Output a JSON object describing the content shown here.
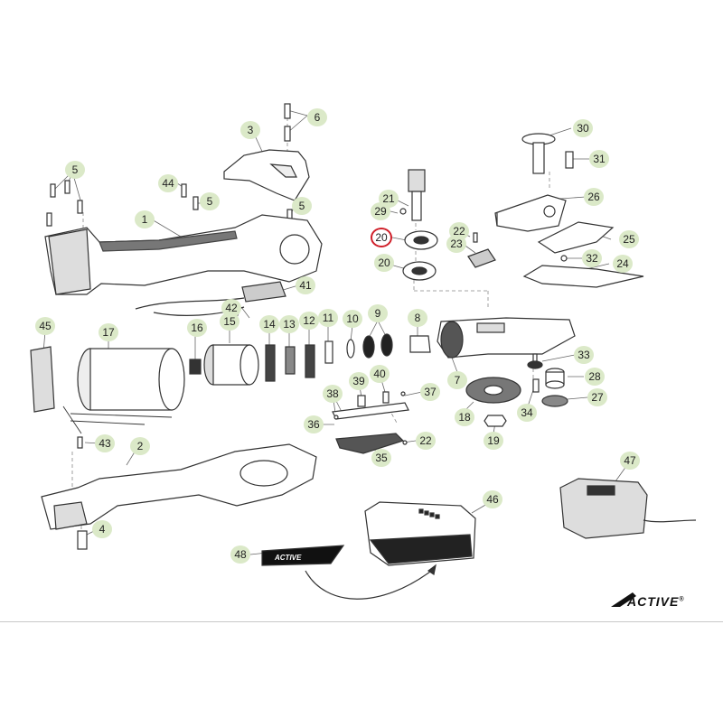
{
  "diagram": {
    "labels": [
      {
        "id": "p1",
        "text": "1"
      },
      {
        "id": "p2",
        "text": "2"
      },
      {
        "id": "p3",
        "text": "3"
      },
      {
        "id": "p4",
        "text": "4"
      },
      {
        "id": "p5a",
        "text": "5"
      },
      {
        "id": "p5b",
        "text": "5"
      },
      {
        "id": "p5c",
        "text": "5"
      },
      {
        "id": "p6",
        "text": "6"
      },
      {
        "id": "p7",
        "text": "7"
      },
      {
        "id": "p8",
        "text": "8"
      },
      {
        "id": "p9",
        "text": "9"
      },
      {
        "id": "p10",
        "text": "10"
      },
      {
        "id": "p11",
        "text": "11"
      },
      {
        "id": "p12",
        "text": "12"
      },
      {
        "id": "p13",
        "text": "13"
      },
      {
        "id": "p14",
        "text": "14"
      },
      {
        "id": "p15",
        "text": "15"
      },
      {
        "id": "p16",
        "text": "16"
      },
      {
        "id": "p17",
        "text": "17"
      },
      {
        "id": "p18",
        "text": "18"
      },
      {
        "id": "p19",
        "text": "19"
      },
      {
        "id": "p20a",
        "text": "20",
        "highlighted": true
      },
      {
        "id": "p20b",
        "text": "20"
      },
      {
        "id": "p21",
        "text": "21"
      },
      {
        "id": "p22a",
        "text": "22"
      },
      {
        "id": "p22b",
        "text": "22"
      },
      {
        "id": "p23",
        "text": "23"
      },
      {
        "id": "p24",
        "text": "24"
      },
      {
        "id": "p25",
        "text": "25"
      },
      {
        "id": "p26",
        "text": "26"
      },
      {
        "id": "p27",
        "text": "27"
      },
      {
        "id": "p28",
        "text": "28"
      },
      {
        "id": "p29",
        "text": "29"
      },
      {
        "id": "p30",
        "text": "30"
      },
      {
        "id": "p31",
        "text": "31"
      },
      {
        "id": "p32",
        "text": "32"
      },
      {
        "id": "p33",
        "text": "33"
      },
      {
        "id": "p34",
        "text": "34"
      },
      {
        "id": "p35",
        "text": "35"
      },
      {
        "id": "p36",
        "text": "36"
      },
      {
        "id": "p37",
        "text": "37"
      },
      {
        "id": "p38",
        "text": "38"
      },
      {
        "id": "p39",
        "text": "39"
      },
      {
        "id": "p40",
        "text": "40"
      },
      {
        "id": "p41",
        "text": "41"
      },
      {
        "id": "p42",
        "text": "42"
      },
      {
        "id": "p43",
        "text": "43"
      },
      {
        "id": "p44",
        "text": "44"
      },
      {
        "id": "p45",
        "text": "45"
      },
      {
        "id": "p46",
        "text": "46"
      },
      {
        "id": "p47",
        "text": "47"
      },
      {
        "id": "p48",
        "text": "48"
      }
    ],
    "highlight_color": "#d0202a",
    "label_bg_color": "#dbe9c8"
  },
  "brand": {
    "name": "ACTIVE",
    "mark": "®"
  },
  "sticker_brand": "ACTIVE"
}
